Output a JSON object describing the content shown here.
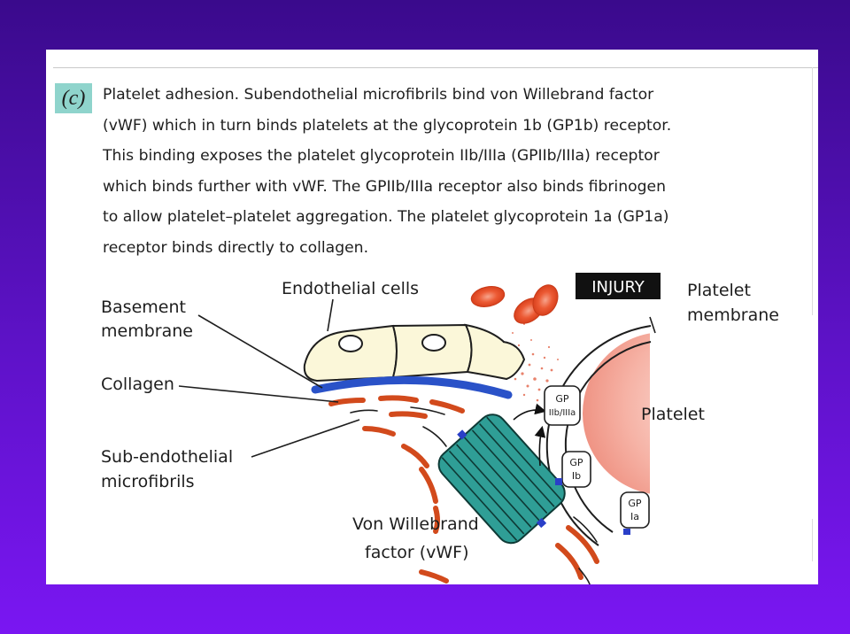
{
  "panel": {
    "label": "(c)",
    "caption_lines": [
      "Platelet adhesion. Subendothelial microfibrils bind von Willebrand factor",
      "(vWF) which in turn binds platelets at the glycoprotein 1b (GP1b) receptor.",
      "This binding exposes the platelet glycoprotein IIb/IIIa (GPIIb/IIIa) receptor",
      "which binds further with vWF. The GPIIb/IIIa receptor also binds fibrinogen",
      "to allow platelet–platelet aggregation. The platelet glycoprotein 1a (GP1a)",
      "receptor binds directly to collagen."
    ]
  },
  "diagram": {
    "labels": {
      "basement": [
        "Basement",
        "membrane"
      ],
      "endothelial": "Endothelial cells",
      "collagen": "Collagen",
      "subendo": [
        "Sub-endothelial",
        "microfibrils"
      ],
      "vwf": [
        "Von Willebrand",
        "factor (vWF)"
      ],
      "injury": "INJURY",
      "platelet_membrane": [
        "Platelet",
        "membrane"
      ],
      "platelet": "Platelet"
    },
    "receptors": {
      "gp2b3a": [
        "GP",
        "IIb/IIIa"
      ],
      "gp1b": [
        "GP",
        "Ib"
      ],
      "gp1a": [
        "GP",
        "Ia"
      ]
    },
    "colors": {
      "collagen": "#d24a1c",
      "basement": "#2a52c8",
      "vwf": "#2f9e96",
      "rbc": "#ea4a26",
      "cells": "#fbf7d9"
    }
  }
}
